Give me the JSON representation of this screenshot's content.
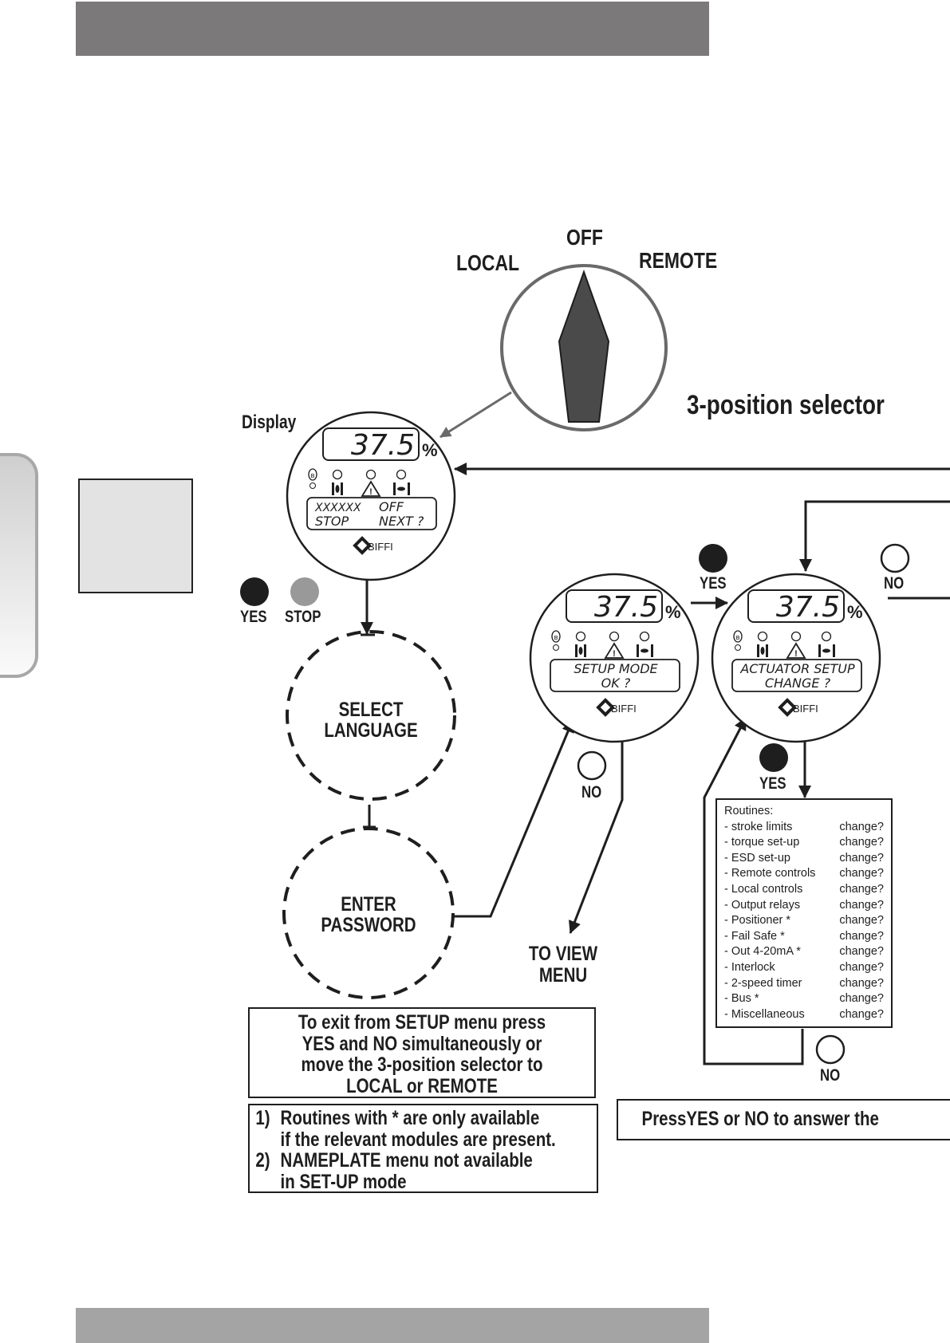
{
  "page": {
    "header_bar_color": "#7b797a",
    "footer_bar_color": "#a5a4a4"
  },
  "selector": {
    "title": "3-position selector",
    "positions": [
      "LOCAL",
      "OFF",
      "REMOTE"
    ],
    "current": "OFF"
  },
  "display_label": "Display",
  "displays": [
    {
      "id": "display-main",
      "value": "37.5",
      "unit": "%",
      "line1_left": "XXXXXX",
      "line1_right": "OFF",
      "line2_left": "STOP",
      "line2_right": "NEXT ?",
      "brand": "BIFFI"
    },
    {
      "id": "display-setup-mode",
      "value": "37.5",
      "unit": "%",
      "line1": "SETUP MODE",
      "line2": "OK ?",
      "brand": "BIFFI"
    },
    {
      "id": "display-actuator-setup",
      "value": "37.5",
      "unit": "%",
      "line1": "ACTUATOR SETUP",
      "line2": "CHANGE ?",
      "brand": "BIFFI"
    }
  ],
  "buttons": {
    "yes": "YES",
    "stop": "STOP",
    "no": "NO"
  },
  "steps": {
    "select_language": [
      "SELECT",
      "LANGUAGE"
    ],
    "enter_password": [
      "ENTER",
      "PASSWORD"
    ],
    "to_view_menu": [
      "TO VIEW",
      "MENU"
    ]
  },
  "routines": {
    "title": "Routines:",
    "action": "change?",
    "items": [
      "- stroke limits",
      "- torque set-up",
      "- ESD set-up",
      "- Remote controls",
      "- Local controls",
      "- Output relays",
      "- Positioner *",
      "- Fail Safe *",
      "- Out 4-20mA *",
      "- Interlock",
      "- 2-speed timer",
      "- Bus *",
      "- Miscellaneous"
    ]
  },
  "notes": {
    "exit": [
      "To exit from SETUP menu press",
      "YES and NO simultaneously or",
      "move the 3-position selector to",
      "LOCAL or REMOTE"
    ],
    "footnotes": [
      {
        "num": "1)",
        "lines": [
          "Routines with * are only available",
          "if the relevant modules are present."
        ]
      },
      {
        "num": "2)",
        "lines": [
          "NAMEPLATE menu not available",
          "in SET-UP mode"
        ]
      }
    ],
    "press_hint": "PressYES or NO to answer  the"
  }
}
